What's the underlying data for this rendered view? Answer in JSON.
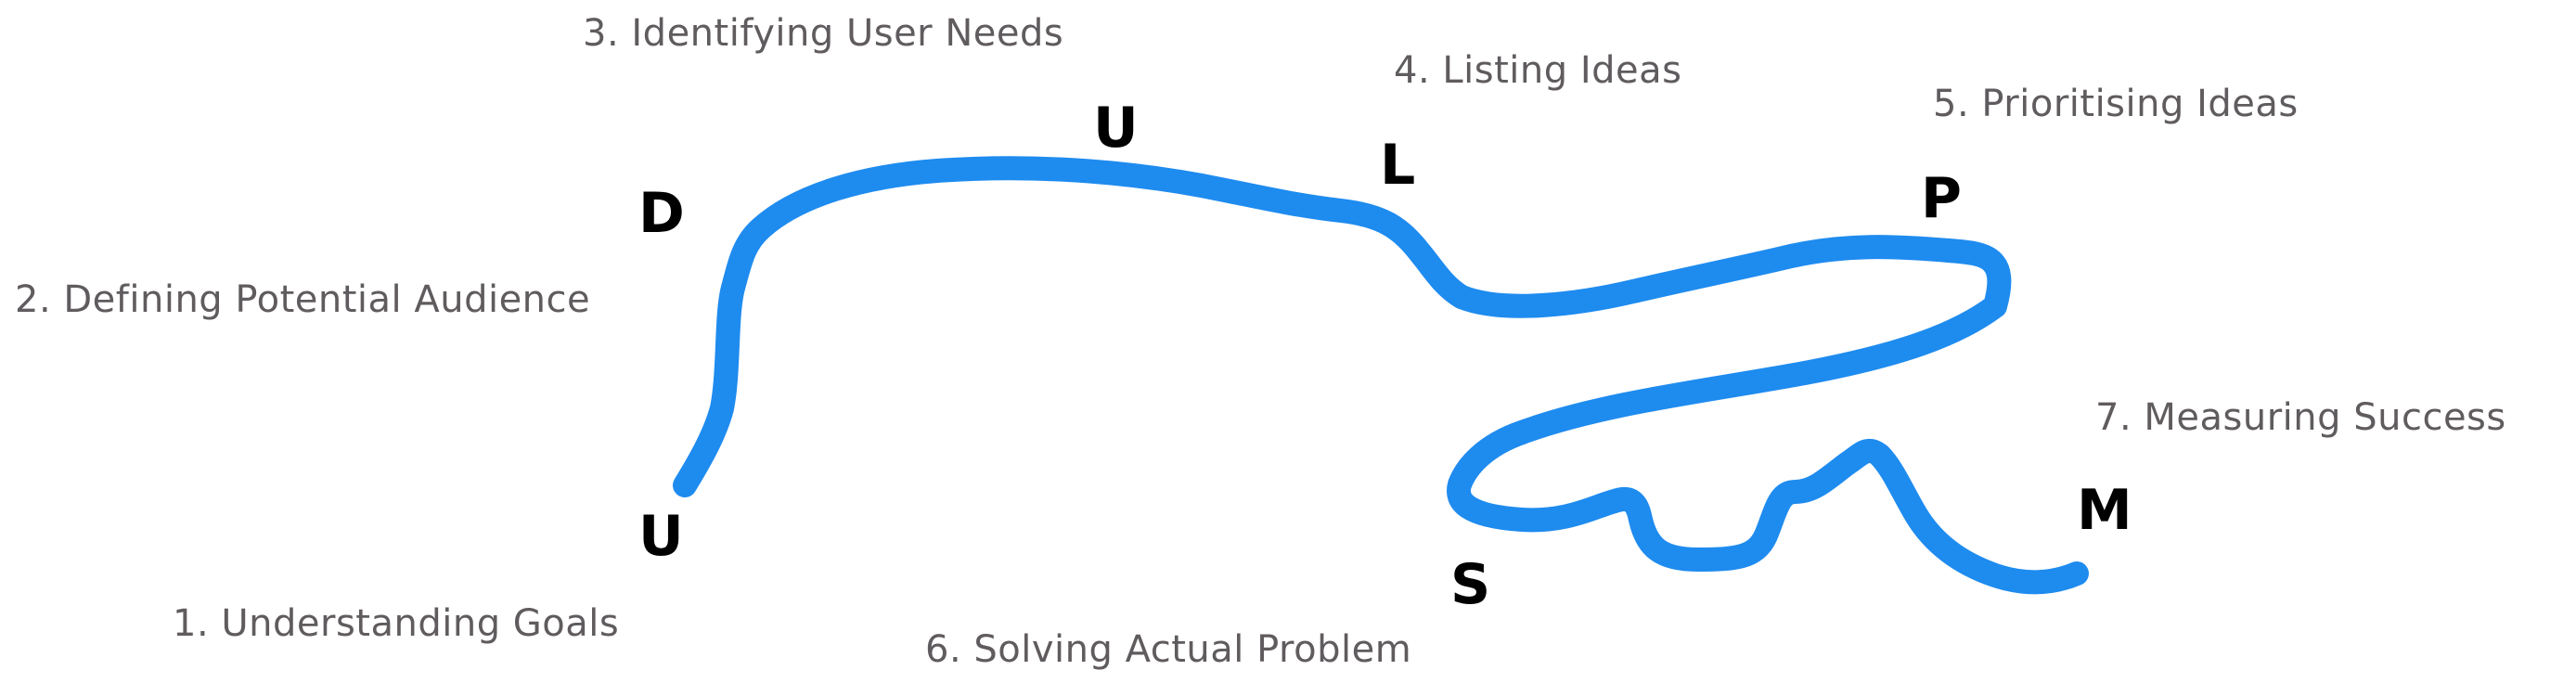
{
  "diagram": {
    "colors": {
      "path": "#1e8bef",
      "label": "#5f5b5e",
      "letter": "#000000"
    },
    "steps": [
      {
        "letter": "U",
        "label": "1. Understanding Goals"
      },
      {
        "letter": "D",
        "label": "2. Defining Potential Audience"
      },
      {
        "letter": "U",
        "label": "3. Identifying User Needs"
      },
      {
        "letter": "L",
        "label": "4. Listing Ideas"
      },
      {
        "letter": "P",
        "label": "5. Prioritising Ideas"
      },
      {
        "letter": "S",
        "label": "6. Solving Actual Problem"
      },
      {
        "letter": "M",
        "label": "7. Measuring Success"
      }
    ]
  }
}
